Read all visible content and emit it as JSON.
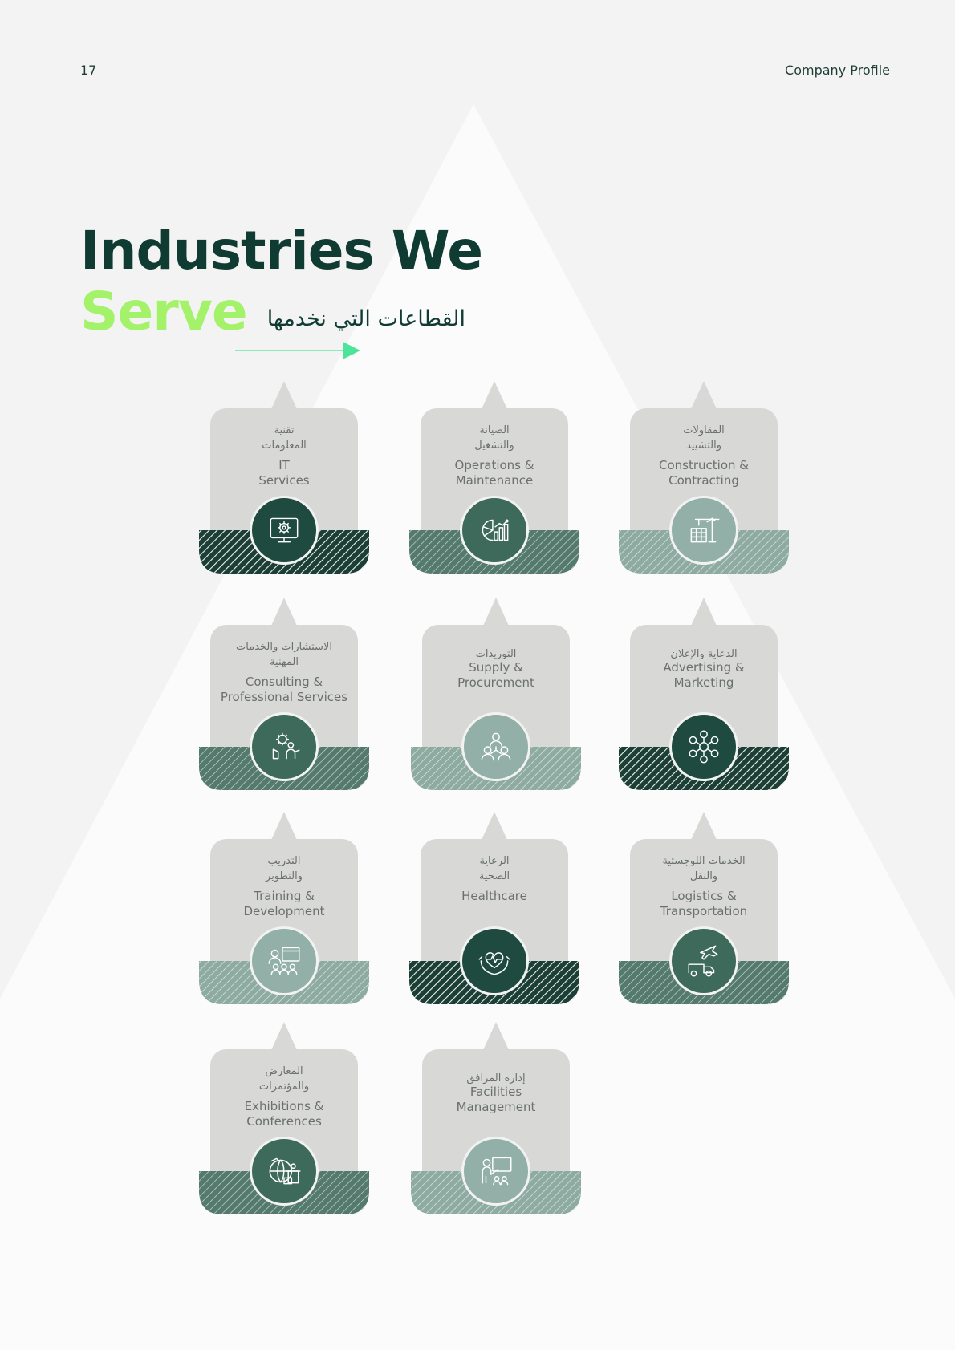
{
  "header": {
    "page_number": "17",
    "document_title": "Company Profile"
  },
  "title": {
    "line1": "Industries We",
    "line2": "Serve",
    "arabic": "القطاعات التي نخدمها"
  },
  "colors": {
    "dark_green": "#0f3b33",
    "lime": "#a3f26a",
    "mint_arrow": "#4ee39a",
    "card_gray": "#d8d9d7"
  },
  "industries": [
    {
      "ar": "تقنية\nالمعلومات",
      "en": "IT\nServices",
      "icon": "monitor-gear-icon",
      "tone": "dark"
    },
    {
      "ar": "الصيانة\nوالتشغيل",
      "en": "Operations &\nMaintenance",
      "icon": "pie-chart-bars-icon",
      "tone": "medium"
    },
    {
      "ar": "المقاولات\nوالتشييد",
      "en": "Construction &\nContracting",
      "icon": "crane-building-icon",
      "tone": "light"
    },
    {
      "ar": "الاستشارات والخدمات\nالمهنية",
      "en": "Consulting &\nProfessional Services",
      "icon": "consultant-gear-icon",
      "tone": "medium"
    },
    {
      "ar": "التوريدات",
      "en": "Supply &\nProcurement",
      "icon": "people-network-icon",
      "tone": "light"
    },
    {
      "ar": "الدعاية والإعلان",
      "en": "Advertising &\nMarketing",
      "icon": "marketing-hub-icon",
      "tone": "dark"
    },
    {
      "ar": "التدريب\nوالتطوير",
      "en": "Training &\nDevelopment",
      "icon": "training-board-icon",
      "tone": "light"
    },
    {
      "ar": "الرعاية\nالصحية",
      "en": "Healthcare",
      "icon": "heart-hands-icon",
      "tone": "dark"
    },
    {
      "ar": "الخدمات اللوجستية\nوالنقل",
      "en": "Logistics &\nTransportation",
      "icon": "plane-truck-icon",
      "tone": "medium"
    },
    {
      "ar": "المعارض\nوالمؤتمرات",
      "en": "Exhibitions &\nConferences",
      "icon": "globe-podium-icon",
      "tone": "medium"
    },
    {
      "ar": "إدارة المرافق",
      "en": "Facilities\nManagement",
      "icon": "presenter-board-icon",
      "tone": "light"
    }
  ]
}
